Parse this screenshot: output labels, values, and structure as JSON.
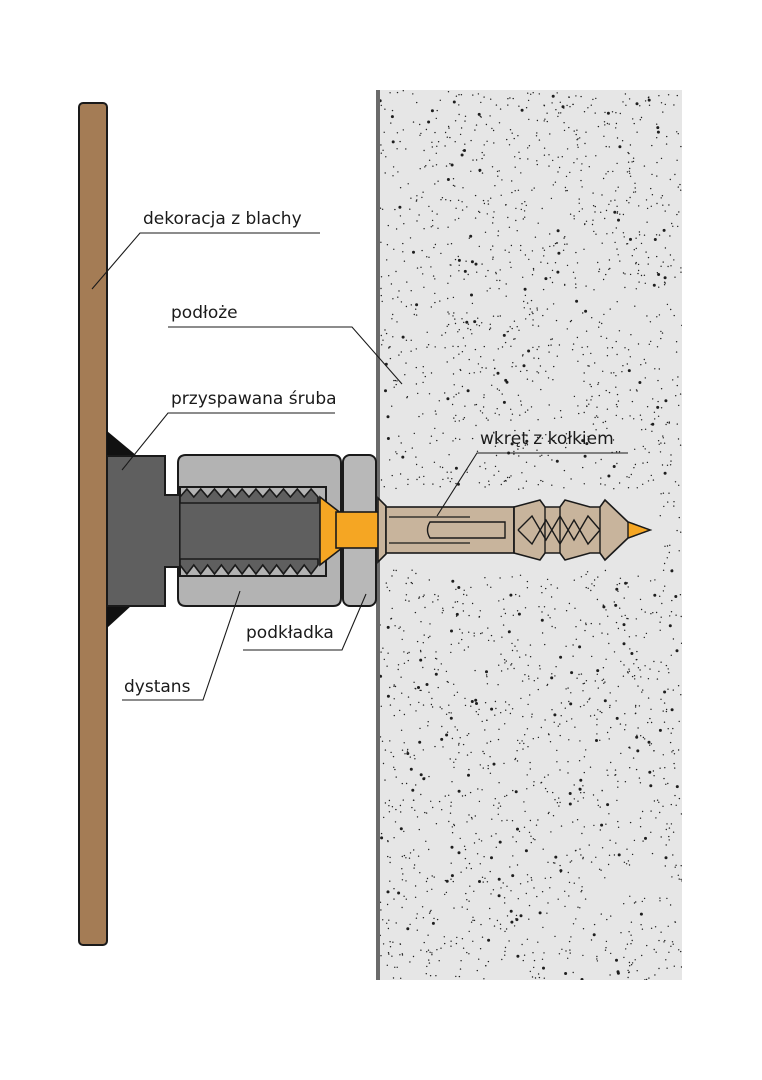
{
  "labels": {
    "plate": "dekoracja z blachy",
    "substrate": "podłoże",
    "bolt": "przyspawana śruba",
    "screw": "wkręt z kołkiem",
    "washer": "podkładka",
    "spacer": "dystans"
  },
  "colors": {
    "plate": "#a47c55",
    "wall": "#e6e6e6",
    "bolt": "#5f5f5f",
    "spacer": "#b3b3b3",
    "washer": "#b8b8b8",
    "dowel": "#c8b49c",
    "screw": "#f5a623"
  }
}
